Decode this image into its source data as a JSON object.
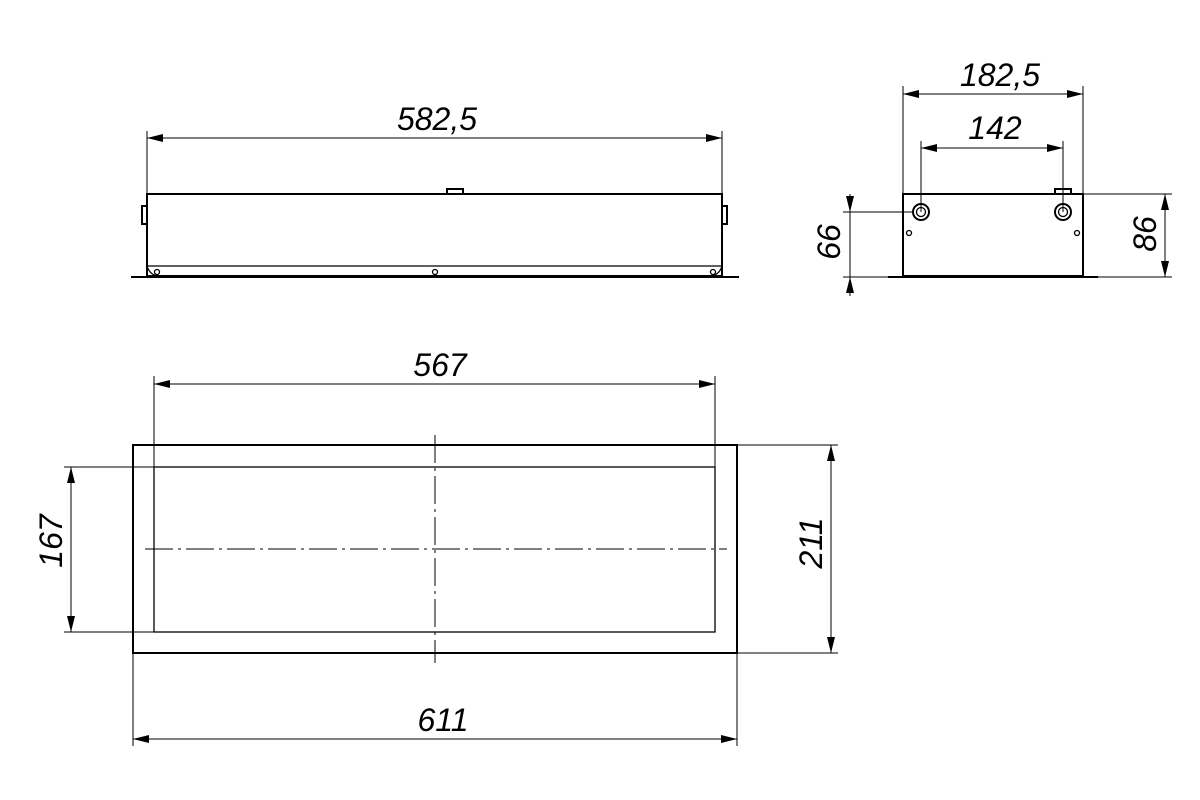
{
  "drawing": {
    "dimensions": {
      "front_length": "582,5",
      "side_width": "182,5",
      "side_spacing": "142",
      "side_port_height": "66",
      "side_height": "86",
      "top_inner_length": "567",
      "top_inner_width": "167",
      "top_outer_width": "211",
      "top_outer_length": "611"
    }
  }
}
